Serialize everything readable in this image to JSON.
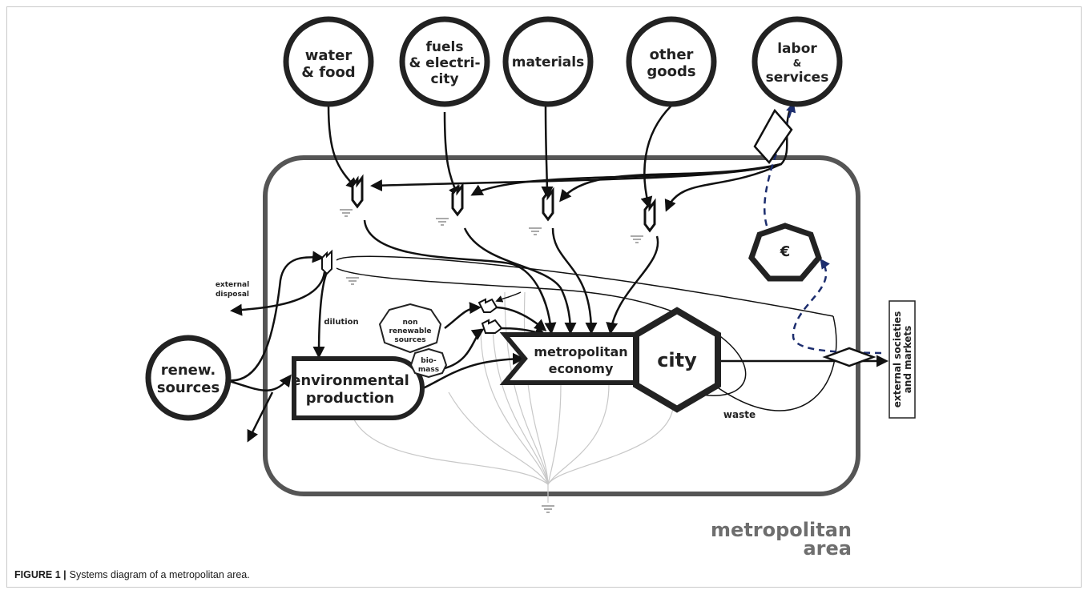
{
  "caption": {
    "label": "FIGURE 1 |",
    "text": "Systems diagram of a metropolitan area."
  },
  "sources": {
    "water_food": [
      "water",
      "& food"
    ],
    "fuels": [
      "fuels",
      "& electri-",
      "city"
    ],
    "materials": [
      "materials"
    ],
    "other_goods": [
      "other",
      "goods"
    ],
    "labor": [
      "labor",
      "&",
      "services"
    ],
    "renew": [
      "renew.",
      "sources"
    ]
  },
  "nodes": {
    "env_production": [
      "environmental",
      "production"
    ],
    "metro_economy": [
      "metropolitan",
      "economy"
    ],
    "city": "city",
    "euro": "€",
    "non_renewable": [
      "non",
      "renewable",
      "sources"
    ],
    "biomass": [
      "bio-",
      "mass"
    ],
    "external_markets": [
      "external societies",
      "and markets"
    ]
  },
  "labels": {
    "external_disposal": [
      "external",
      "disposal"
    ],
    "dilution": "dilution",
    "waste": "waste",
    "metro_area": [
      "metropolitan",
      "area"
    ]
  },
  "colors": {
    "ink": "#111111",
    "boundary": "#555555",
    "money": "#1c2d6e",
    "heat_sink": "#c8c8c8"
  }
}
